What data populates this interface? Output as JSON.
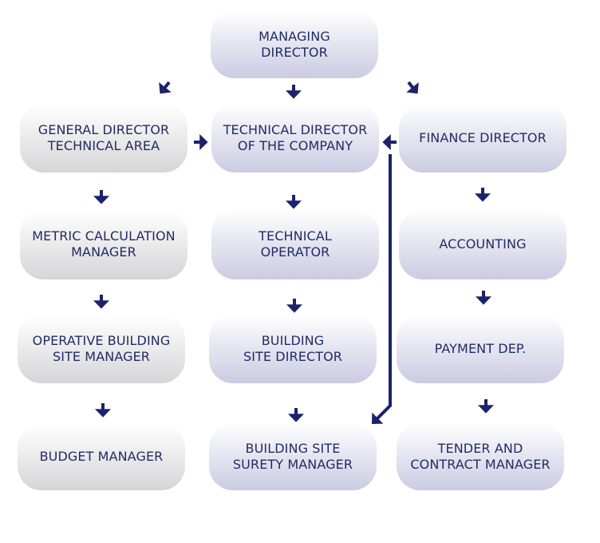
{
  "chart": {
    "boxes": {
      "managing_director": "MANAGING\nDIRECTOR",
      "general_director": "GENERAL DIRECTOR\nTECHNICAL AREA",
      "technical_director": "TECHNICAL DIRECTOR\nOF THE COMPANY",
      "finance_director": "FINANCE DIRECTOR",
      "metric_calculation_manager": "METRIC CALCULATION\nMANAGER",
      "technical_operator": "TECHNICAL\nOPERATOR",
      "accounting": "ACCOUNTING",
      "operative_building_site_manager": "OPERATIVE BUILDING\nSITE MANAGER",
      "building_site_director": "BUILDING\nSITE DIRECTOR",
      "payment_dep": "PAYMENT DEP.",
      "budget_manager": "BUDGET MANAGER",
      "building_site_surety_manager": "BUILDING SITE\nSURETY MANAGER",
      "tender_contract_manager": "TENDER AND\nCONTRACT MANAGER"
    }
  },
  "colors": {
    "arrow": "#1b236b",
    "text": "#232b63",
    "box_grey": "#d5d5d7",
    "box_lavender": "#cbcbe2"
  }
}
